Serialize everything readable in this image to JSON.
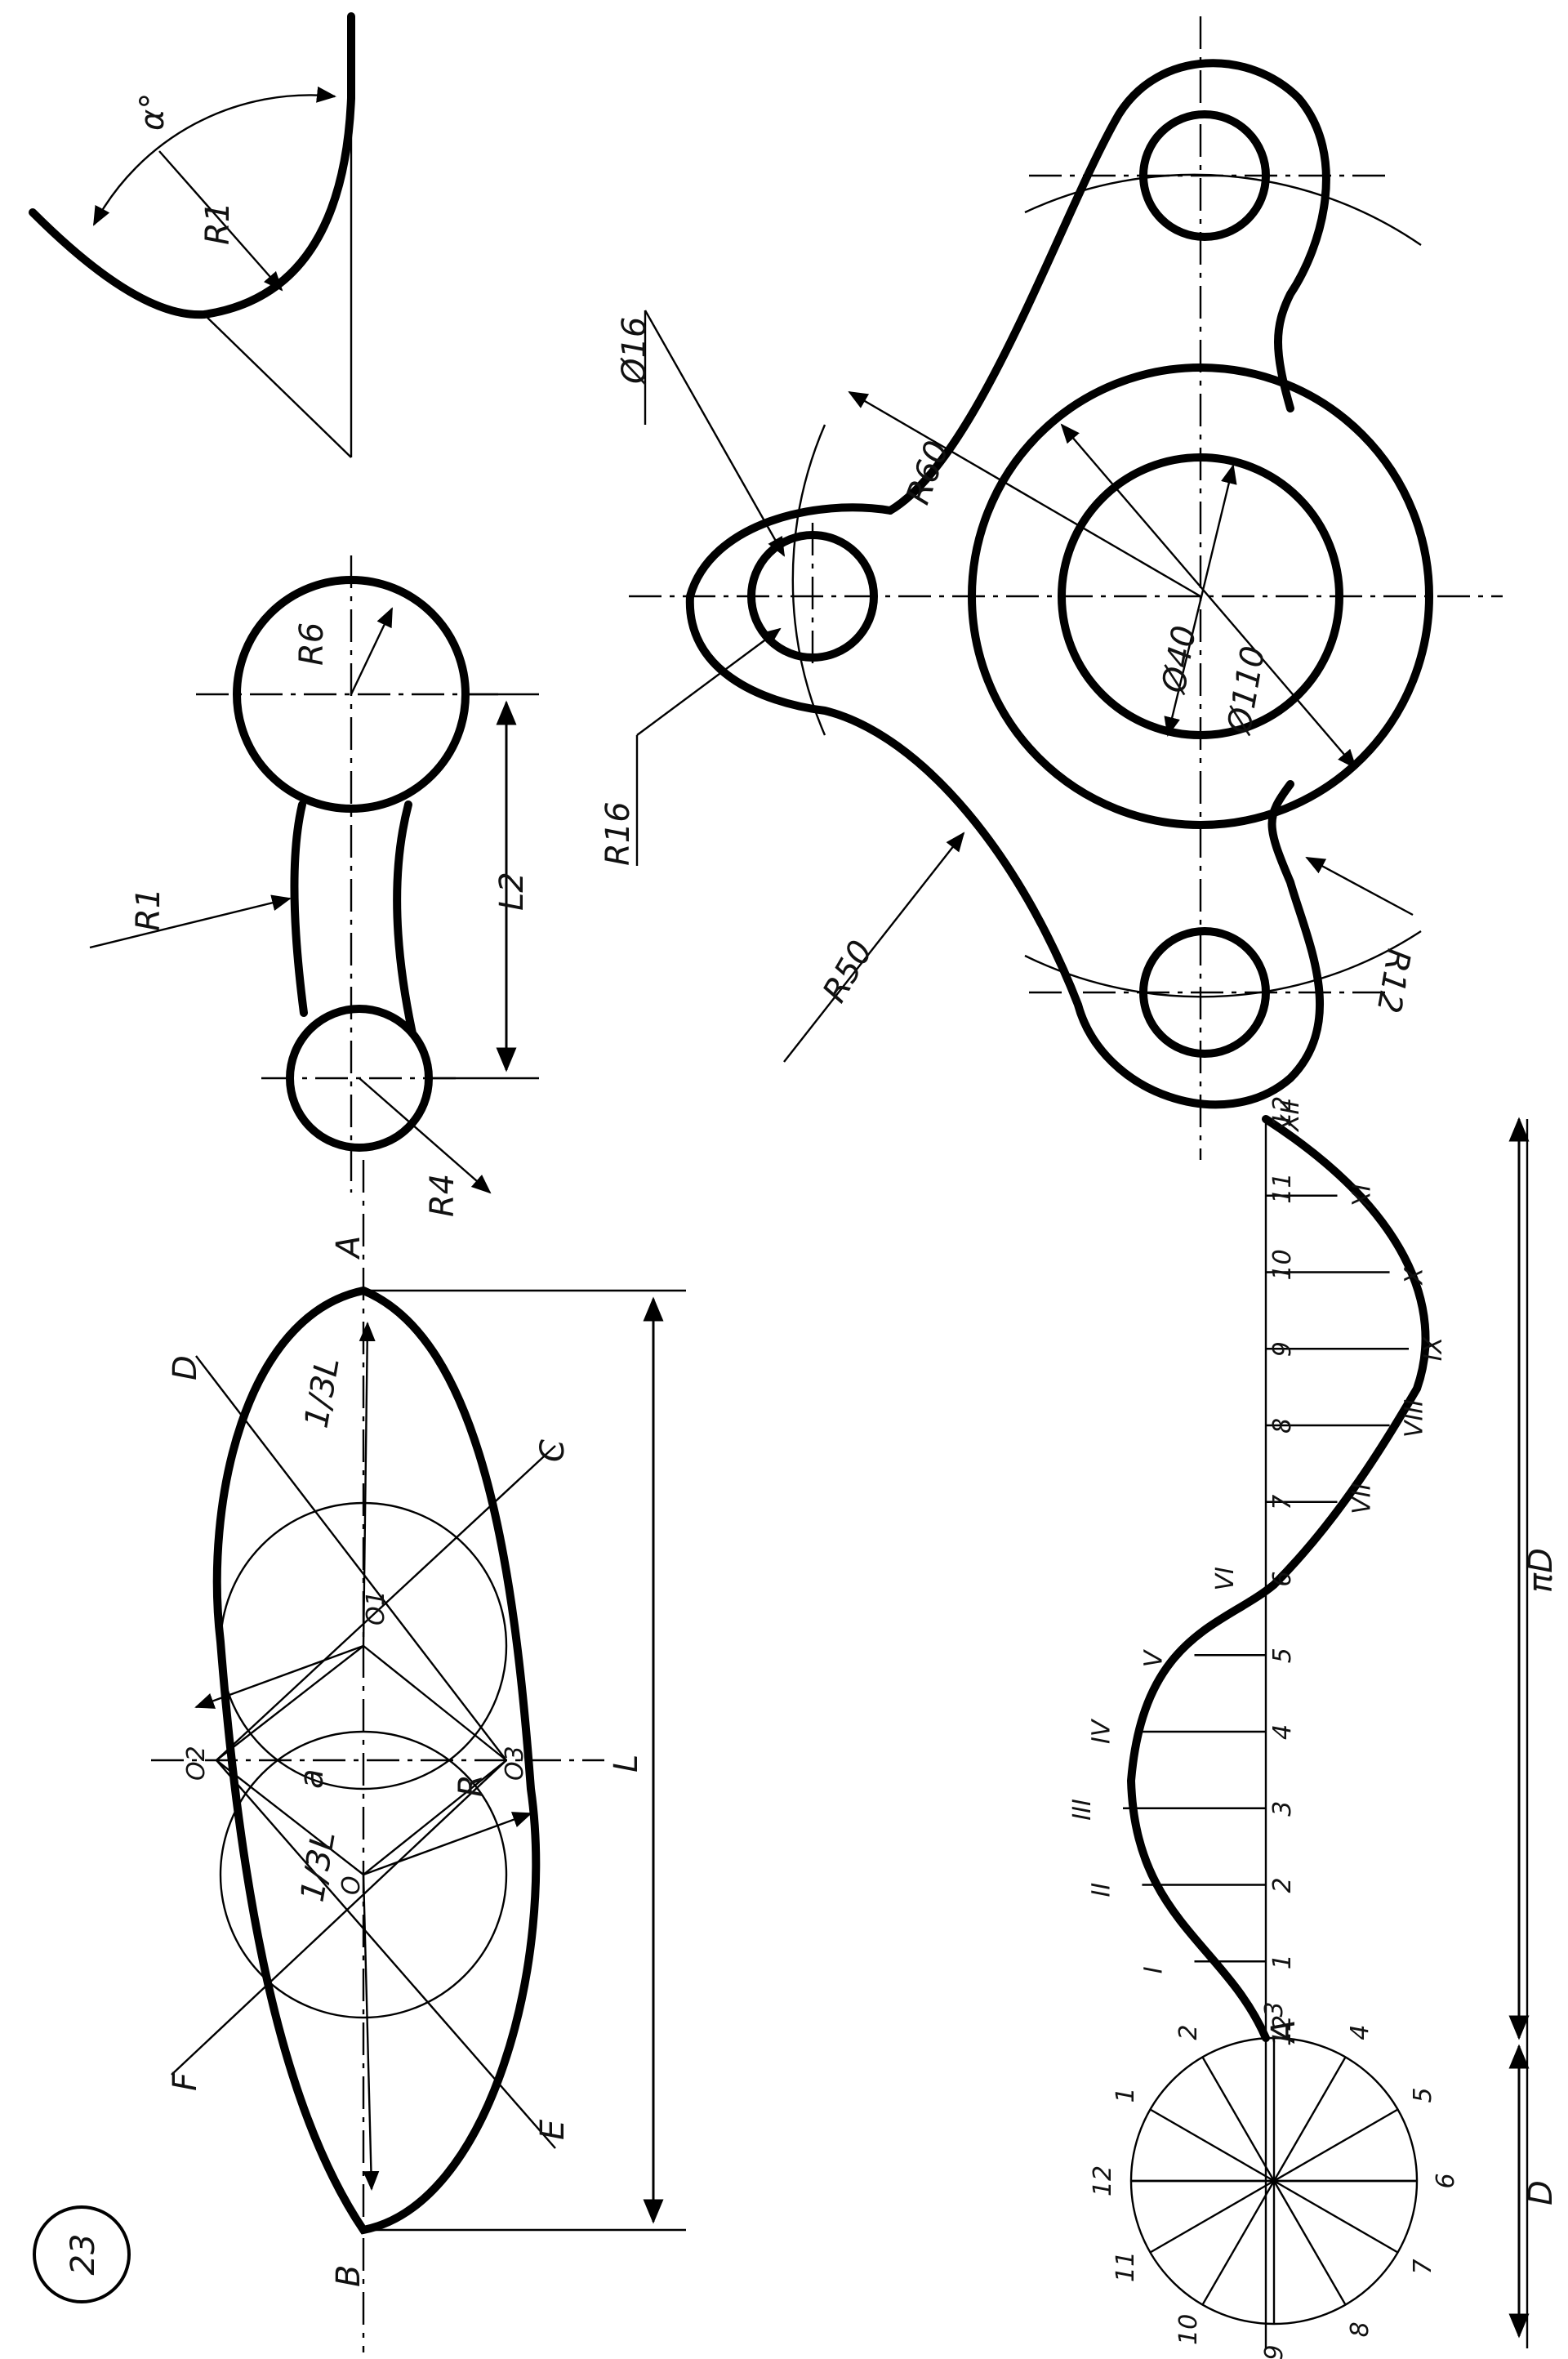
{
  "sheet_number": "23",
  "fig_fillet": {
    "angle": "α°",
    "radius": "R1"
  },
  "fig_link": {
    "r_big": "R6",
    "r_arc": "R1",
    "length": "L2",
    "r_small": "R4"
  },
  "fig_plate": {
    "hole_dia": "Ø16",
    "r_outer_arc": "R60",
    "r_lug": "R16",
    "r_concave": "R50",
    "r_small_concave": "R12",
    "bore_dia": "Ø40",
    "boss_dia": "Ø110"
  },
  "fig_oval": {
    "A": "A",
    "B": "B",
    "C": "C",
    "D": "D",
    "E": "E",
    "F": "F",
    "O": "O",
    "O1": "O1",
    "O2": "O2",
    "O3": "O3",
    "third_top": "1/3L",
    "third_bottom": "1/3L",
    "a": "a",
    "R": "R",
    "L": "L"
  },
  "fig_sinusoid": {
    "A": "A",
    "D": "D",
    "piD": "πD",
    "circle_points": [
      "1",
      "2",
      "3",
      "4",
      "5",
      "6",
      "7",
      "8",
      "9",
      "10",
      "11",
      "12"
    ],
    "ordinates": [
      "12",
      "1",
      "2",
      "3",
      "4",
      "5",
      "6",
      "7",
      "8",
      "9",
      "10",
      "11",
      "12"
    ],
    "romans": [
      "I",
      "II",
      "III",
      "IV",
      "V",
      "VI",
      "VII",
      "VIII",
      "IX",
      "X",
      "XI",
      "XII"
    ]
  }
}
